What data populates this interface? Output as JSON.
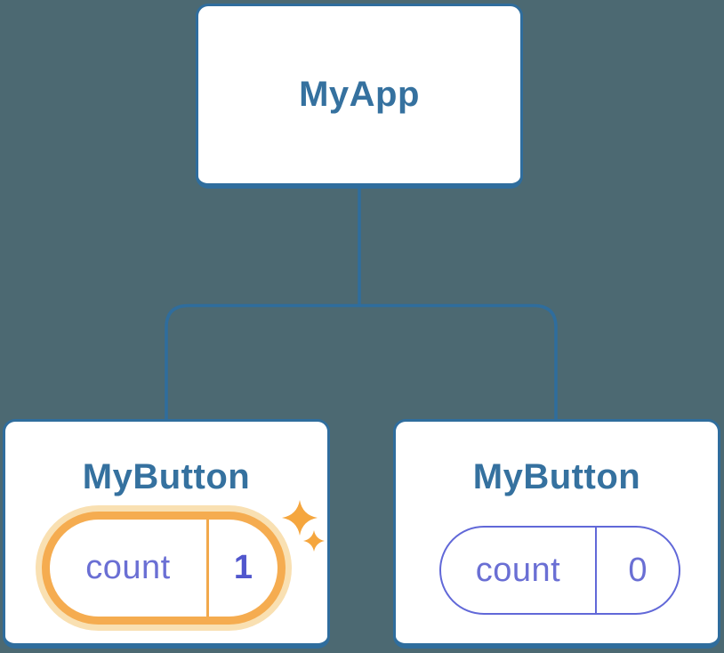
{
  "diagram": {
    "root": {
      "label": "MyApp"
    },
    "children": [
      {
        "label": "MyButton",
        "state_key": "count",
        "state_value": "1",
        "highlighted": true
      },
      {
        "label": "MyButton",
        "state_key": "count",
        "state_value": "0",
        "highlighted": false
      }
    ]
  },
  "icons": {
    "sparkle": "four-point-star-sparkle"
  },
  "colors": {
    "background": "#4C6972",
    "node_border": "#2F6D9D",
    "node_title": "#35719F",
    "connector": "#2F6D9D",
    "state_text": "#6A6FD4",
    "state_value_highlight": "#5157CD",
    "highlight_ring": "#F5AC50",
    "highlight_glow": "#F9E0B2",
    "sparkle": "#F5A63E",
    "card_background": "#FFFFFF"
  }
}
